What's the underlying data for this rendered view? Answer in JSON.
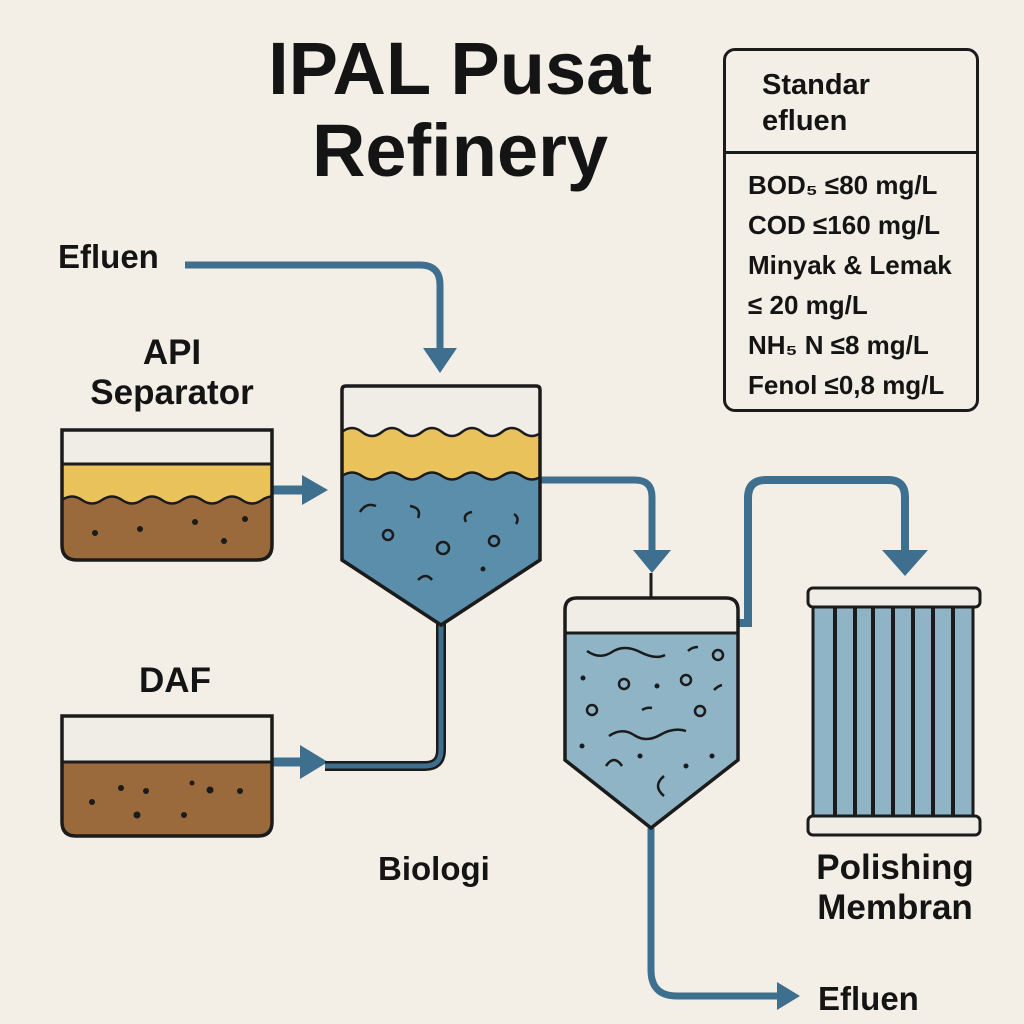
{
  "title": "IPAL Pusat Refinery",
  "labels": {
    "influent": "Efluen",
    "api_separator": "API Separator",
    "daf": "DAF",
    "biology": "Biologi",
    "polishing": "Polishing Membran",
    "effluent_out": "Efluen"
  },
  "standards": {
    "title": "Standar efluen",
    "items": [
      "BOD₅ ≤80 mg/L",
      "COD ≤160 mg/L",
      "Minyak & Lemak",
      "≤ 20 mg/L",
      "NH₅ N ≤8 mg/L",
      "Fenol ≤0,8 mg/L"
    ]
  },
  "colors": {
    "background": "#f3efe7",
    "pipe": "#3f6f8f",
    "oil": "#e9c25c",
    "sludge": "#9a6a3c",
    "water_dark": "#5b8eab",
    "water_light": "#8fb4c5",
    "outline": "#1b1b1b"
  }
}
